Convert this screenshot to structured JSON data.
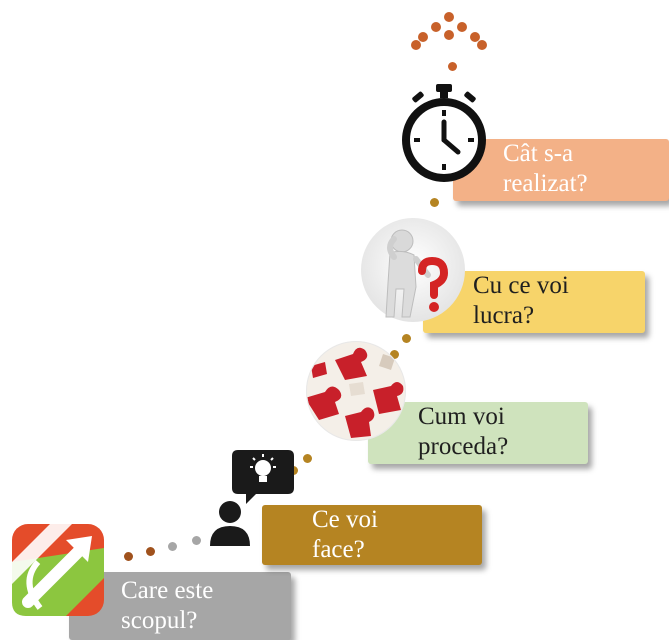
{
  "steps": [
    {
      "id": "scop",
      "line1": "Care este",
      "line2": "scopul?",
      "color": "#a6a6a6",
      "text_color": "#ffffff",
      "icon": "goal-arrow-icon"
    },
    {
      "id": "face",
      "line1": "Ce voi",
      "line2": "face?",
      "color": "#b58422",
      "text_color": "#ffffff",
      "icon": "idea-person-icon"
    },
    {
      "id": "proceda",
      "line1": "Cum voi",
      "line2": "proceda?",
      "color": "#cfe3bd",
      "text_color": "#1f1f1f",
      "icon": "puzzle-icon"
    },
    {
      "id": "lucra",
      "line1": "Cu ce voi",
      "line2": "lucra?",
      "color": "#f7d46a",
      "text_color": "#1f1f1f",
      "icon": "thinking-figure-question-icon"
    },
    {
      "id": "realizat",
      "line1": "Cât s-a",
      "line2": "realizat?",
      "color": "#f3b187",
      "text_color": "#ffffff",
      "icon": "stopwatch-icon"
    }
  ],
  "colors": {
    "dot_brown": "#a0521d",
    "dot_orange": "#c8612a",
    "dot_gold": "#b58422",
    "dot_gray": "#a6a6a6"
  }
}
